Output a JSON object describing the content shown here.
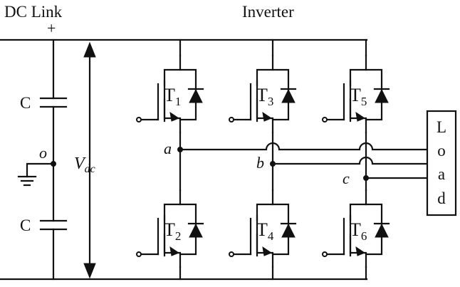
{
  "dc_link": {
    "title": "DC Link",
    "plus": "+",
    "cap_top": "C",
    "cap_bottom": "C",
    "midpoint": "o",
    "voltage_main": "V",
    "voltage_sub": "dc"
  },
  "inverter": {
    "title": "Inverter",
    "switches": [
      {
        "letter": "T",
        "sub": "1"
      },
      {
        "letter": "T",
        "sub": "3"
      },
      {
        "letter": "T",
        "sub": "5"
      },
      {
        "letter": "T",
        "sub": "2"
      },
      {
        "letter": "T",
        "sub": "4"
      },
      {
        "letter": "T",
        "sub": "6"
      }
    ],
    "nodes": [
      "a",
      "b",
      "c"
    ]
  },
  "load": {
    "letters": [
      "L",
      "o",
      "a",
      "d"
    ]
  }
}
